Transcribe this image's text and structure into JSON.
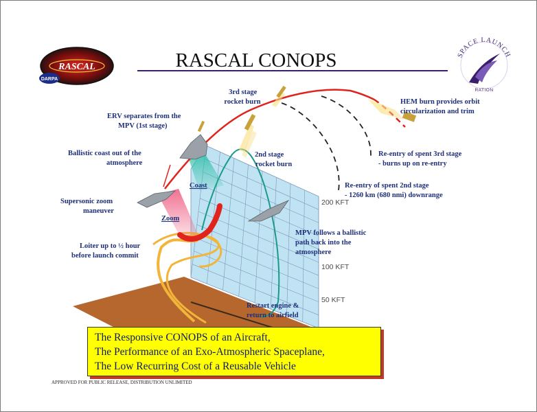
{
  "title": "RASCAL CONOPS",
  "logo_left": {
    "name": "RASCAL",
    "badge": "DARPA"
  },
  "logo_right": {
    "arc_text": "SPACE LAUNCH",
    "sub_text": "RATION"
  },
  "labels": {
    "erv": [
      "ERV separates from the",
      "MPV (1st stage)"
    ],
    "ballistic_coast": [
      "Ballistic coast out of the",
      "atmosphere"
    ],
    "coast": "Coast",
    "supersonic": [
      "Supersonic zoom",
      "maneuver"
    ],
    "zoom": "Zoom",
    "loiter": [
      "Loiter up to ½ hour",
      "before launch commit"
    ],
    "third_stage": [
      "3rd stage",
      "rocket burn"
    ],
    "second_stage": [
      "2nd stage",
      "rocket burn"
    ],
    "hem": [
      "HEM burn provides orbit",
      "circularization and trim"
    ],
    "reentry3": [
      "Re-entry of spent 3rd stage",
      "- burns up on re-entry"
    ],
    "reentry2": [
      "Re-entry of spent 2nd stage",
      "- 1260 km (680 nmi) downrange"
    ],
    "mpv_follows": [
      "MPV follows a ballistic",
      "path back into the",
      "atmosphere"
    ],
    "restart": [
      "Restart engine &",
      "return to airfield"
    ]
  },
  "altitude_labels": {
    "a200": "200 KFT",
    "a100": "100 KFT",
    "a50": "50 KFT"
  },
  "summary": [
    "The Responsive CONOPS of an Aircraft,",
    "The Performance of an Exo-Atmospheric Spaceplane,",
    "The Low Recurring Cost of a Reusable Vehicle"
  ],
  "footer": "APPROVED FOR PUBLIC RELEASE, DISTRIBUTION UNLIMITED",
  "colors": {
    "grid_fill": "#bfe3f2",
    "grid_line": "#7f96b8",
    "ground": "#b5672e",
    "ascent_path": "#e0231c",
    "return_path": "#1a9a8a",
    "taxi_path": "#f2b53a",
    "label_text": "#1f2f7a",
    "summary_fill": "#ffff00"
  }
}
